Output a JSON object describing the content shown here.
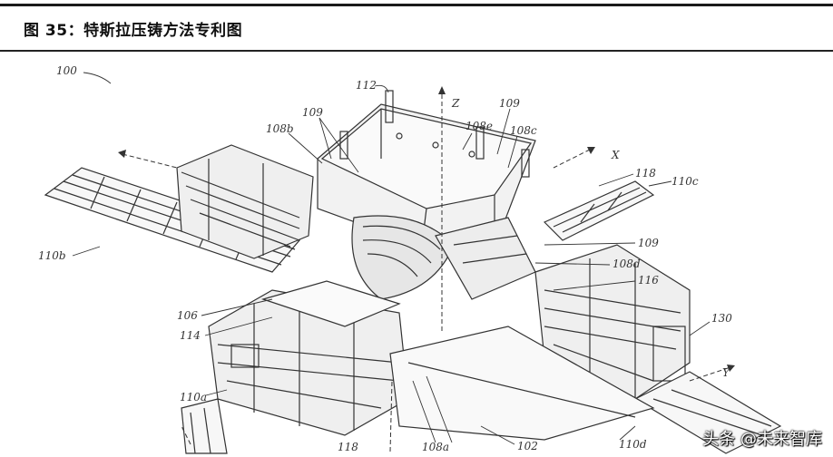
{
  "header": {
    "caption": "图 35：特斯拉压铸方法专利图"
  },
  "figure": {
    "labels": {
      "l100": "100",
      "l112": "112",
      "lz": "Z",
      "l109a": "109",
      "l109b": "109",
      "l108b": "108b",
      "l108e": "108e",
      "l108c": "108c",
      "lx": "X",
      "l118a": "118",
      "l110c": "110c",
      "l110b": "110b",
      "l109c": "109",
      "l108d": "108d",
      "l116": "116",
      "l106": "106",
      "l114": "114",
      "l130": "130",
      "ly": "Y",
      "l110a": "110a",
      "l118b": "118",
      "l108a": "108a",
      "l102": "102",
      "l110d": "110d"
    }
  },
  "watermark": "头条 @未来智库"
}
